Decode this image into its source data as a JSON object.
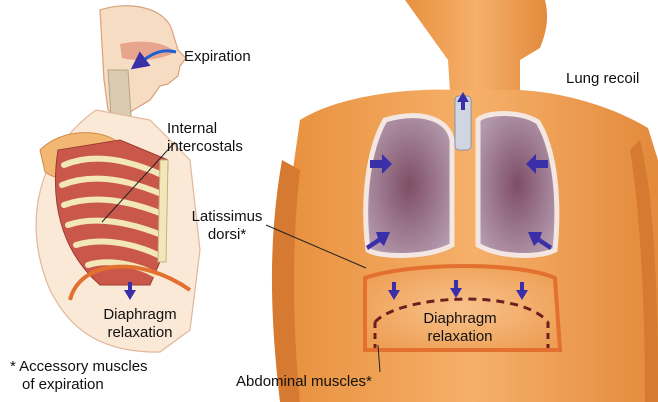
{
  "labels": {
    "expiration": "Expiration",
    "lung_recoil": "Lung recoil",
    "internal_intercostals": [
      "Internal",
      "intercostals"
    ],
    "latissimus_dorsi": [
      "Latissimus",
      "dorsi*"
    ],
    "diaphragm_left": [
      "Diaphragm",
      "relaxation"
    ],
    "diaphragm_right": [
      "Diaphragm",
      "relaxation"
    ],
    "accessory_note": [
      "* Accessory muscles",
      "of expiration"
    ],
    "abdominal_muscles": "Abdominal muscles*"
  },
  "colors": {
    "skin": "#f2a65e",
    "skin_dark": "#d9823a",
    "muscle": "#c94f3f",
    "lung": "#9c6e84",
    "bone": "#f3e6b8",
    "arrow": "#3a2fa8",
    "diaphragm_dashed": "#6b1f1f"
  },
  "icons": {
    "airflow": "curved-blue-arrow-icon",
    "direction": "purple-arrowhead-icon"
  }
}
